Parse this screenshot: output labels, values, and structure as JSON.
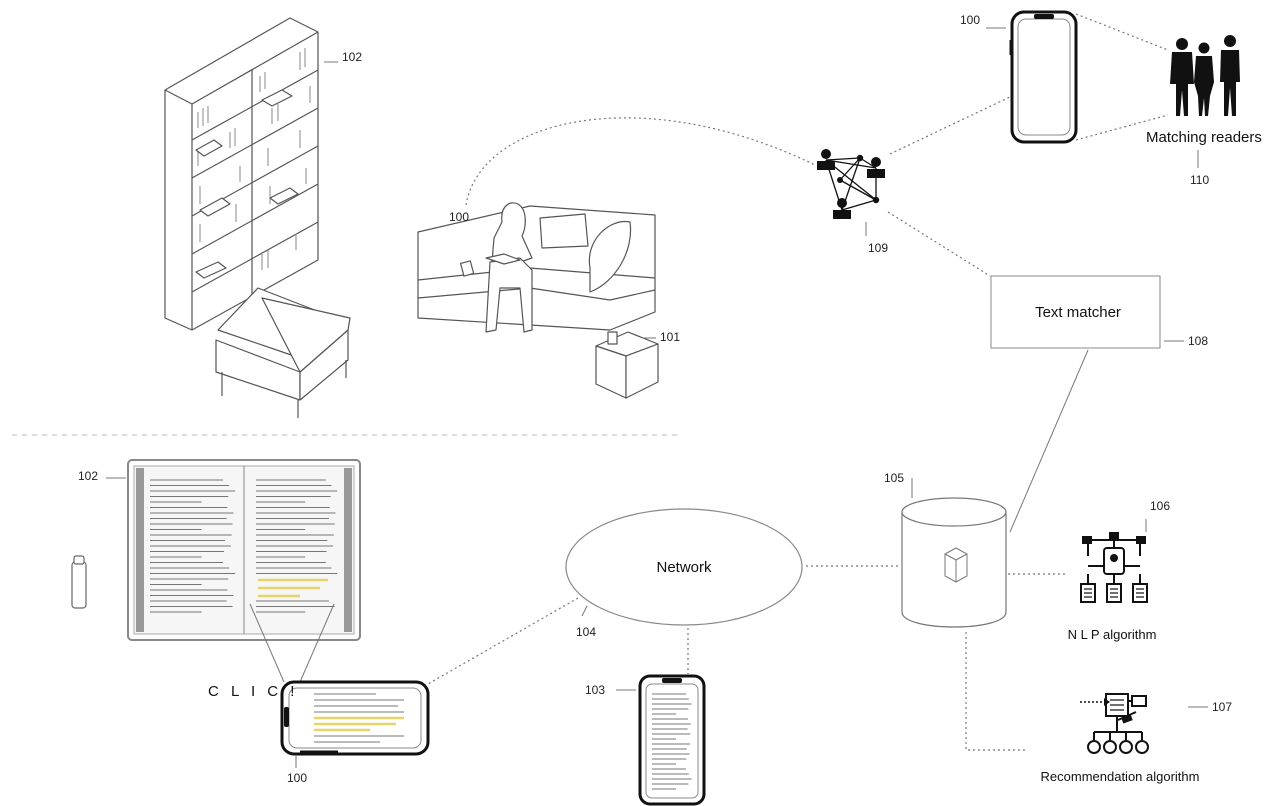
{
  "labels": {
    "matching_readers": "Matching readers",
    "text_matcher": "Text matcher",
    "network": "Network",
    "nlp_algorithm": "N L P algorithm",
    "recommendation_algorithm": "Recommendation algorithm",
    "clic": "C L I C !"
  },
  "refs": {
    "r100_top": "100",
    "r100_reader": "100",
    "r100_bottom": "100",
    "r101": "101",
    "r102_top": "102",
    "r102_bottom": "102",
    "r103": "103",
    "r104": "104",
    "r105": "105",
    "r106": "106",
    "r107": "107",
    "r108": "108",
    "r109": "109",
    "r110": "110"
  }
}
